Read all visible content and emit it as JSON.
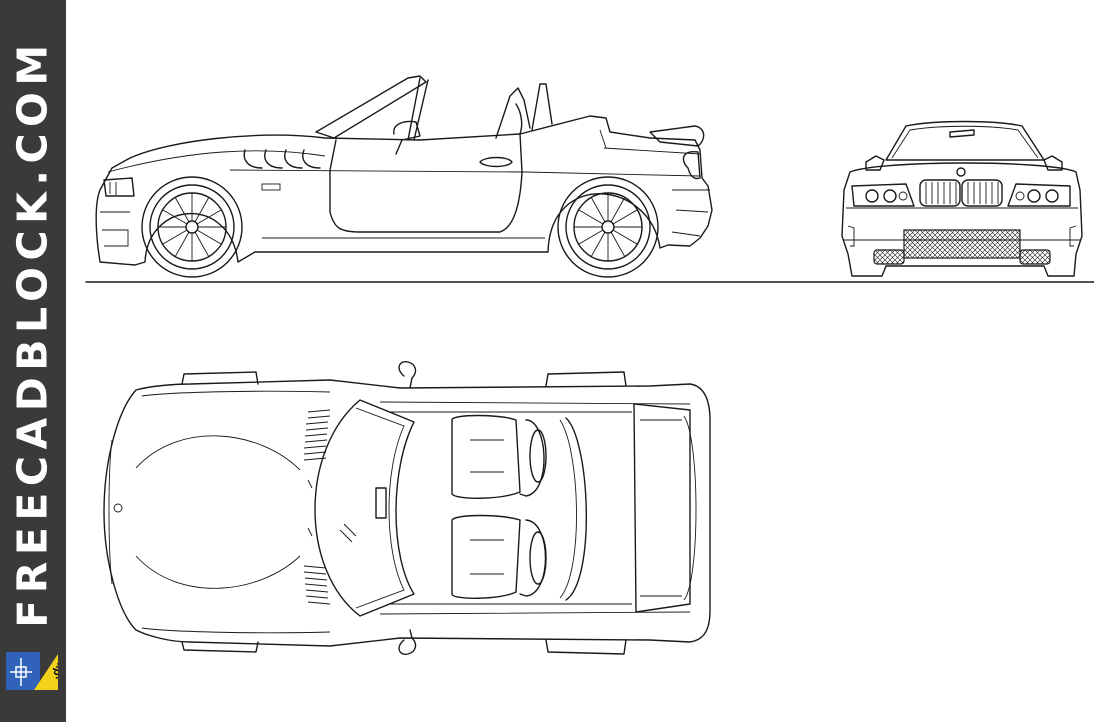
{
  "watermark": {
    "site_text": "FREECADBLOCK.COM",
    "logo_label": ".dwg",
    "colors": {
      "bar": "#3a3a3a",
      "text": "#ffffff",
      "logo_blue": "#2f62b8",
      "logo_yellow": "#f2d21a"
    }
  },
  "drawing": {
    "subject": "roadster convertible car",
    "views": [
      "side-elevation",
      "front-elevation",
      "top-plan"
    ],
    "line_color": "#1a1a1a"
  }
}
